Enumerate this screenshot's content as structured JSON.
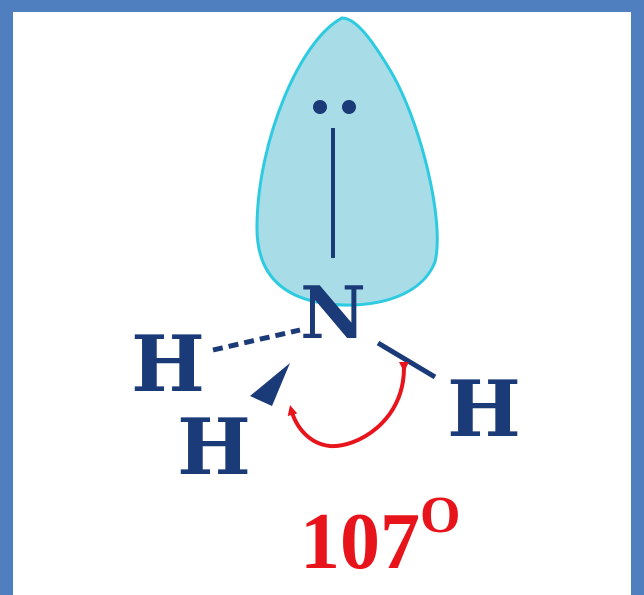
{
  "molecule": {
    "central_atom": "N",
    "hydrogen_left": "H",
    "hydrogen_front": "H",
    "hydrogen_right": "H"
  },
  "angle": {
    "value": "107",
    "unit": "O"
  },
  "colors": {
    "frame": "#4f7fbf",
    "atom": "#1a3a78",
    "lone_pair_fill": "#a8dde8",
    "lone_pair_outline": "#2ecbe0",
    "angle": "#e8141c"
  }
}
